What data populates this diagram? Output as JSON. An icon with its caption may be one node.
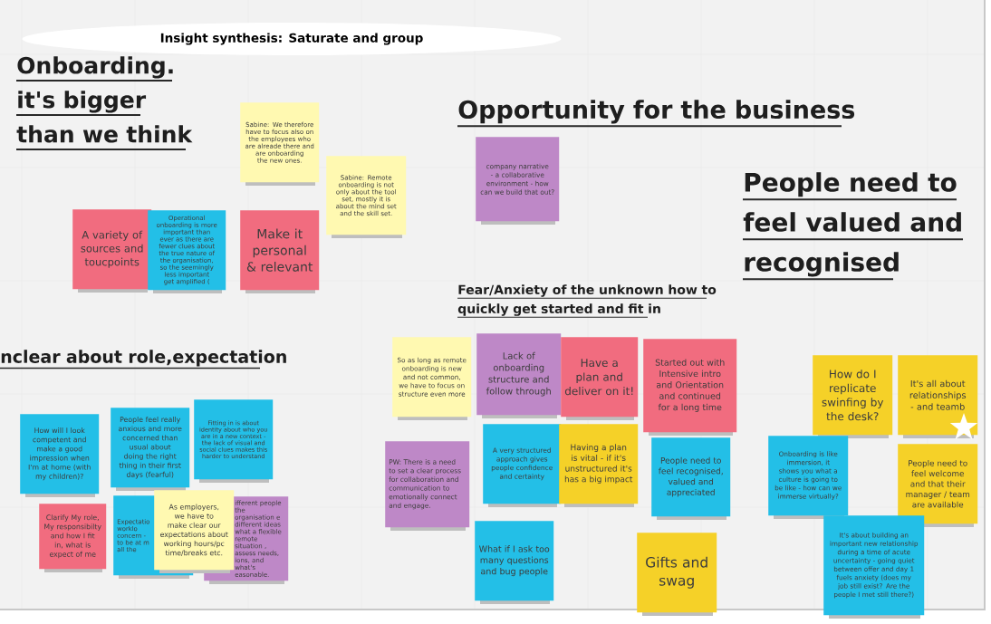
{
  "diagram": {
    "title": "Insight synthesis:  Saturate and group",
    "nodes": [
      {
        "text": [
          "Sabine: We therefore have to focus also on the employees who are alreade there and are onboarding the new ones."
        ]
      },
      {
        "text": [
          "Sabine: Remote onboarding is not only about the tool set, mostly it is about the mind set and the skill set."
        ]
      },
      {
        "text": [
          "A variety of sources and toucpoints"
        ]
      },
      {
        "text": [
          "Operational onboarding is more important than ever as there are fewer clues about the true nature of the organisation, so the seemingly less important get amplified ("
        ]
      },
      {
        "text": [
          "Make it personal & relevant"
        ]
      },
      {
        "text": [
          "company narrative - a collaborative environment - how can we build that out?"
        ]
      },
      {
        "text": [
          "So as long as remote onboarding is new and not common, we have to focus on structure even more"
        ]
      },
      {
        "text": [
          "Lack of onboarding structure and follow through"
        ]
      },
      {
        "text": [
          "Have a plan and deliver on it!"
        ]
      },
      {
        "text": [
          "Started out with Intensive intro and Orientation and continued for a long time"
        ]
      },
      {
        "text": [
          "PW:  There is a need to set a clear process for collaboration and communication to emotionally connect and engage."
        ]
      },
      {
        "text": [
          "A very structured approach gives people confidence and certainty"
        ]
      },
      {
        "text": [
          "Having a plan is vital - if it's unstructured it's has a big impact"
        ]
      },
      {
        "text": [
          "People need to feel recognised, valued and appreciated"
        ]
      },
      {
        "text": [
          "What if I ask too many questions and bug people"
        ]
      },
      {
        "text": [
          "Gifts and swag"
        ]
      },
      {
        "text": [
          "How do I replicate swinfing by the desk?"
        ]
      },
      {
        "text": [
          "It's all about relationships - and teamb"
        ]
      },
      {
        "text": [
          "Onboarding is like immersion, it shows you what a culture is going to be like - how can we immerse virtually?"
        ]
      },
      {
        "text": [
          "People need to feel welcome and that their manager / team are available"
        ]
      },
      {
        "text": [
          "It's about building an important new relationship during a time of acute uncertainty - going quiet between offer and day 1 fuels anxiety (does my job still exist? Are the people I met still there?)"
        ]
      },
      {
        "text": [
          "How will I look competent and make a good impression when I'm at home (with my children)?"
        ]
      },
      {
        "text": [
          "People feel really anxious and more concerned than usual about doing the right thing in their first days (fearful)"
        ]
      },
      {
        "text": [
          "Fitting in is about identity about who you are in a new context - the lack of visual and social clues makes this harder to understand"
        ]
      },
      {
        "text": [
          "Clarify My role, My responsibilty and how I fit in, what is expect of me"
        ]
      },
      {
        "text": [
          "Expectatio worklo concern - to be at m all the"
        ]
      },
      {
        "text": [
          "ifferent people the organisation e different ideas what a flexible remote situation , assess needs, ions, and what's easonable."
        ]
      },
      {
        "text": [
          "As employers, we have to make clear our expectations about working hours/pc time/breaks etc."
        ]
      }
    ],
    "labels": [
      "Onboarding. it's bigger than we think",
      "Opportunity for the business",
      "People need to feel valued and recognised",
      "Fear/Anxiety of the unknown how to quickly get started and fit in",
      "nclear about role,expectation"
    ]
  }
}
